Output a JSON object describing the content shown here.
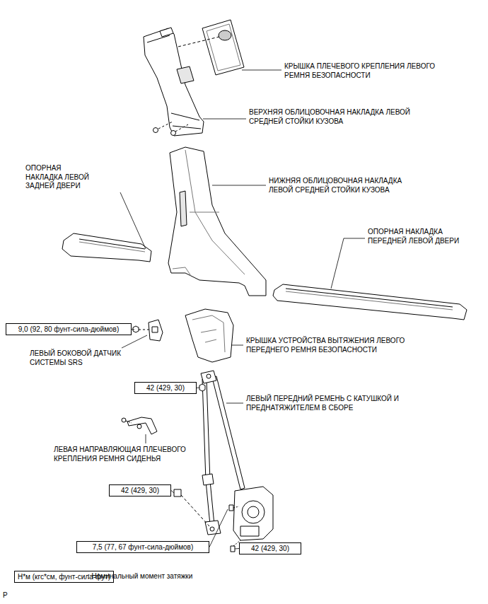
{
  "diagram": {
    "nodes": [
      {
        "text": [
          "9,0 (92, 80 фунт-сила-дюймов)"
        ]
      },
      {
        "text": [
          "42 (429, 30)"
        ]
      },
      {
        "text": [
          "42 (429, 30)"
        ]
      },
      {
        "text": [
          "7,5 (77, 67 фунт-сила-дюймов)"
        ]
      },
      {
        "text": [
          "42 (429, 30)"
        ]
      },
      {
        "text": [
          "Н*м (кгс*см, фунт-сила-фут)"
        ]
      }
    ],
    "labels": [
      "КРЫШКА ПЛЕЧЕВОГО КРЕПЛЕНИЯ ЛЕВОГО РЕМНЯ БЕЗОПАСНОСТИ",
      "ВЕРХНЯЯ ОБЛИЦОВОЧНАЯ НАКЛАДКА ЛЕВОЙ СРЕДНЕЙ СТОЙКИ КУЗОВА",
      "ОПОРНАЯ НАКЛАДКА ЛЕВОЙ ЗАДНЕЙ ДВЕРИ",
      "НИЖНЯЯ ОБЛИЦОВОЧНАЯ НАКЛАДКА ЛЕВОЙ СРЕДНЕЙ СТОЙКИ КУЗОВА",
      "ОПОРНАЯ НАКЛАДКА ПЕРЕДНЕЙ ЛЕВОЙ ДВЕРИ",
      "ЛЕВЫЙ БОКОВОЙ ДАТЧИК СИСТЕМЫ SRS",
      "КРЫШКА УСТРОЙСТВА ВЫТЯЖЕНИЯ ЛЕВОГО ПЕРЕДНЕГО РЕМНЯ БЕЗОПАСНОСТИ",
      "ЛЕВЫЙ ПЕРЕДНИЙ РЕМЕНЬ С КАТУШКОЙ И ПРЕДНАТЯЖИТЕЛЕМ В СБОРЕ",
      "ЛЕВАЯ НАПРАВЛЯЮЩАЯ ПЛЕЧЕВОГО КРЕПЛЕНИЯ РЕМНЯ СИДЕНЬЯ",
      ": Номинальный момент затяжки",
      "P"
    ]
  }
}
